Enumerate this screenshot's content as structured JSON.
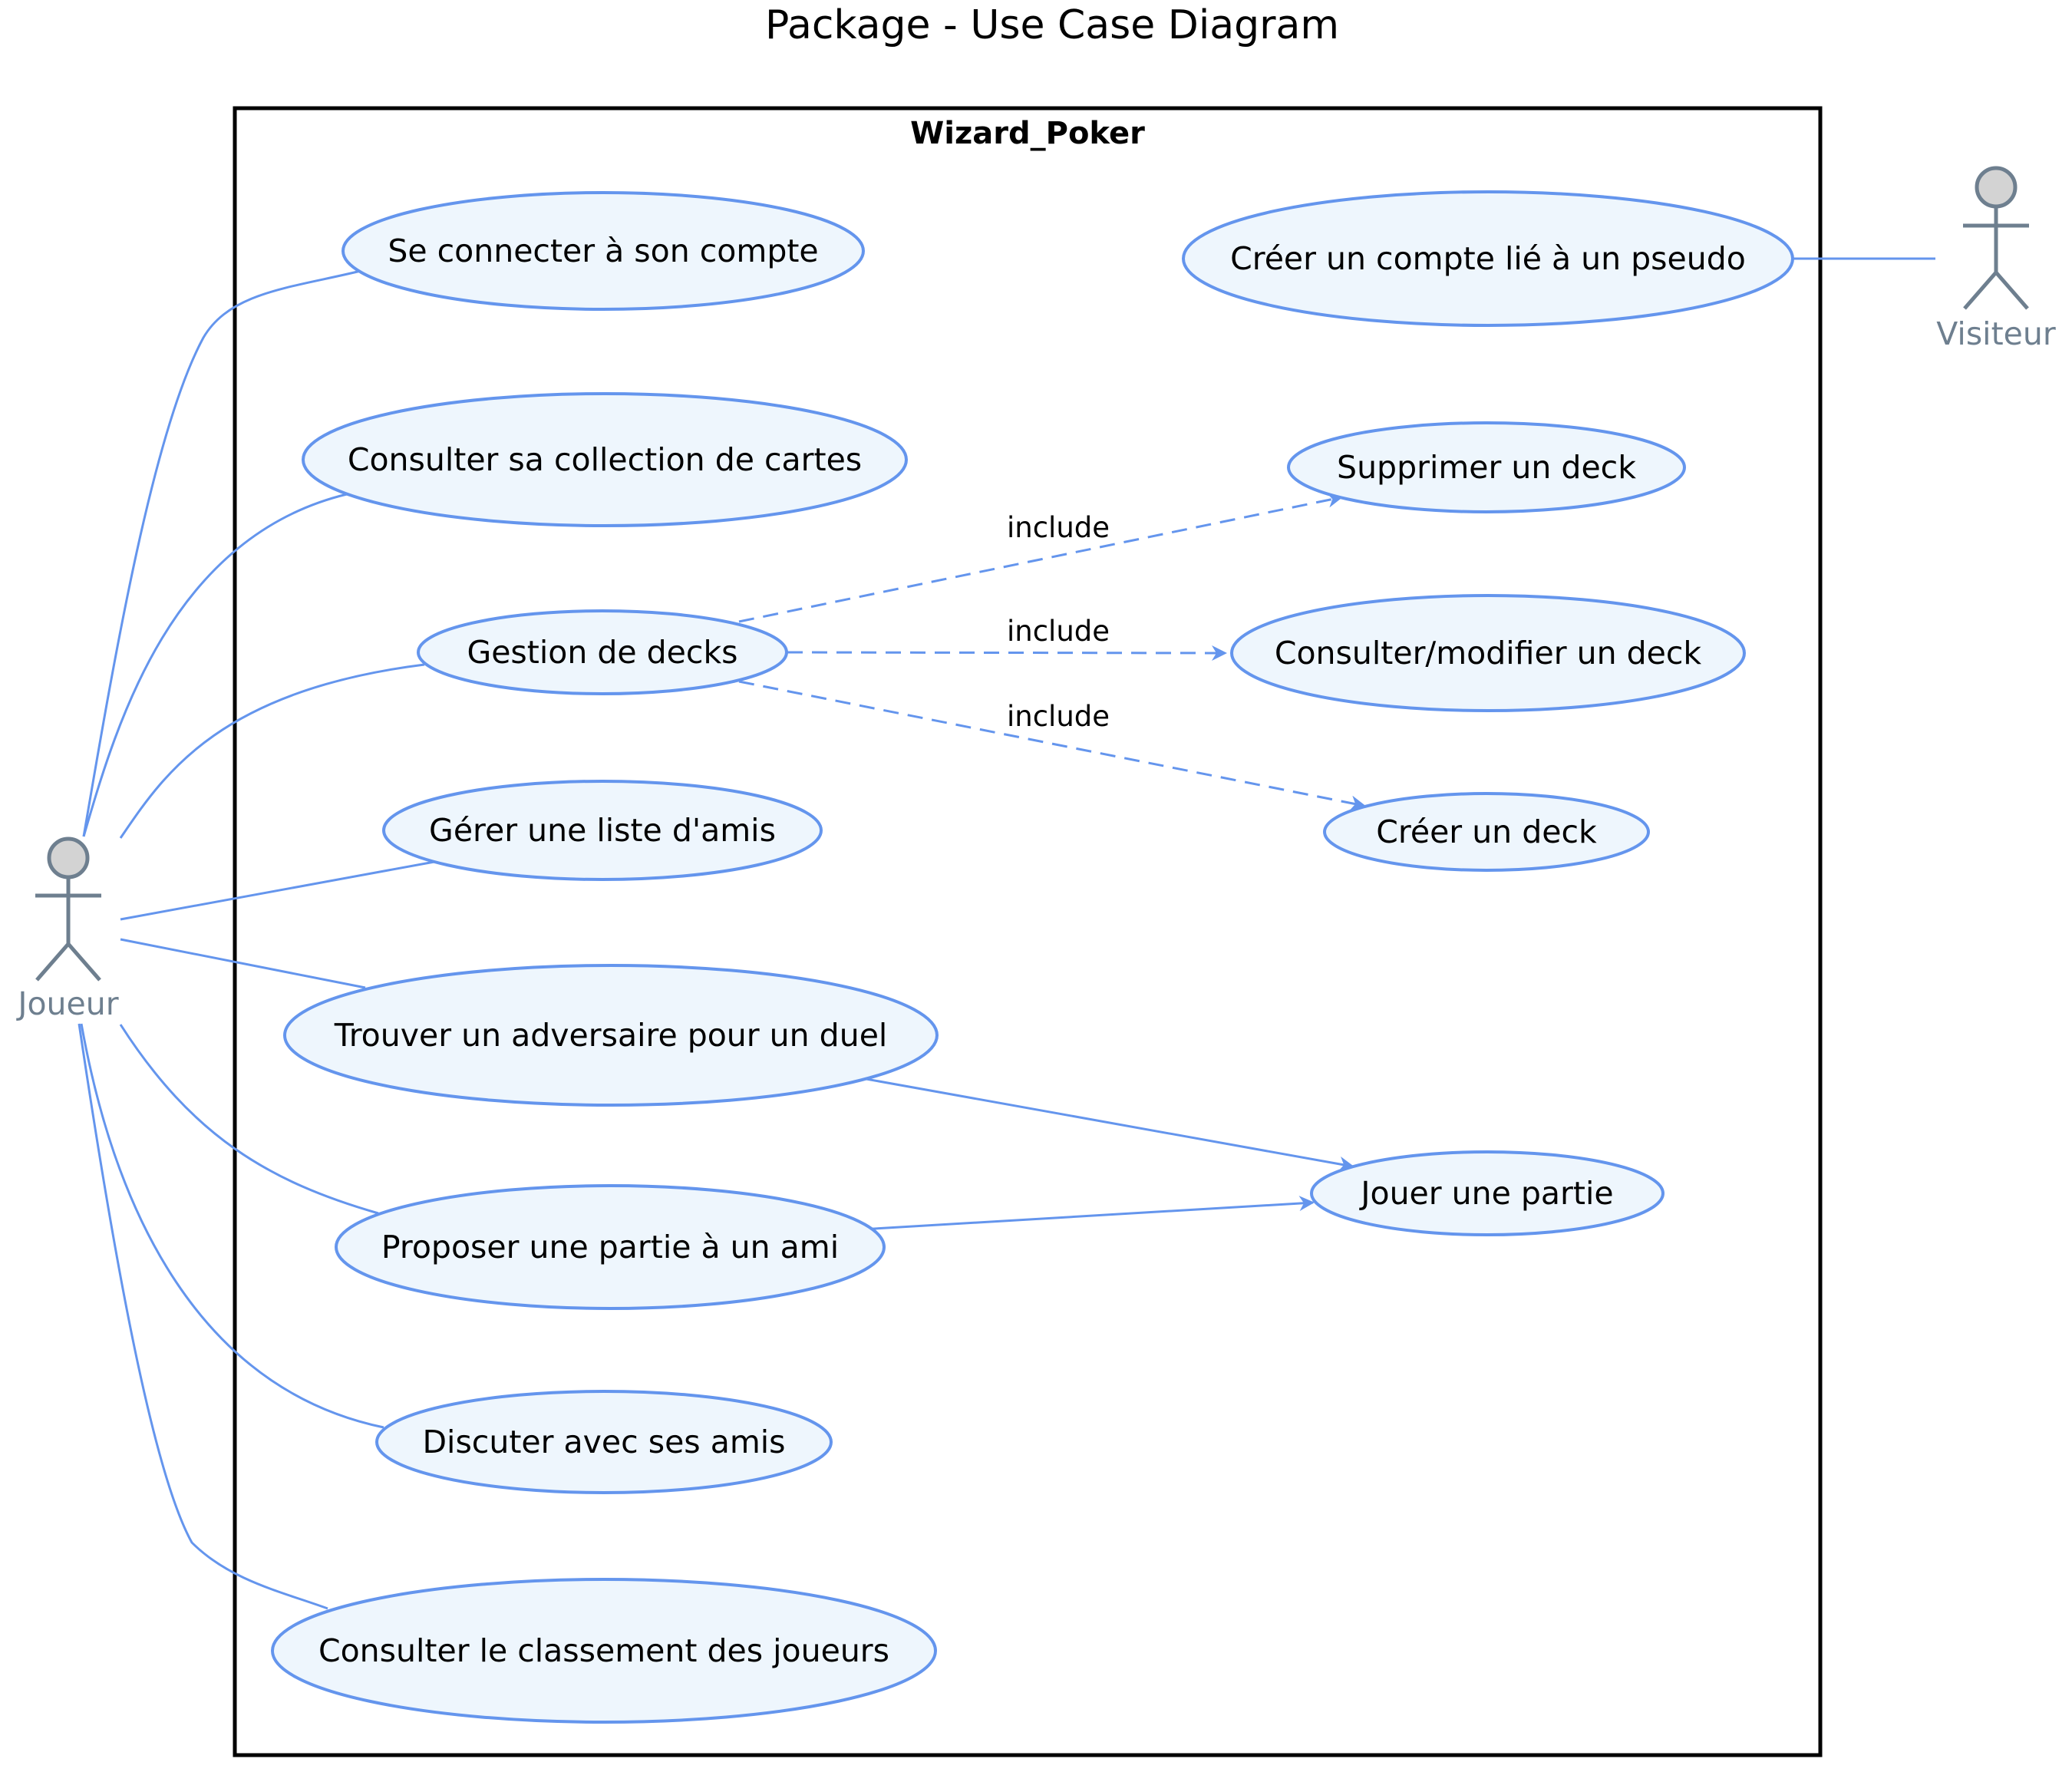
{
  "title": "Package - Use Case Diagram",
  "package": {
    "name": "Wizard_Poker"
  },
  "colors": {
    "usecase_fill": "#eef6fd",
    "usecase_stroke": "#6495ed",
    "edge": "#6495ed",
    "actor_fill": "#d3d3d3",
    "actor_stroke": "#6e7f8f",
    "package_border": "#000000"
  },
  "actors": [
    {
      "id": "joueur",
      "name": "Joueur"
    },
    {
      "id": "visiteur",
      "name": "Visiteur"
    }
  ],
  "use_cases": [
    {
      "id": "connecter",
      "label": "Se connecter à son compte"
    },
    {
      "id": "collection",
      "label": "Consulter sa collection de cartes"
    },
    {
      "id": "decks",
      "label": "Gestion de decks"
    },
    {
      "id": "amis",
      "label": "Gérer une liste d'amis"
    },
    {
      "id": "adversaire",
      "label": "Trouver un adversaire pour un duel"
    },
    {
      "id": "proposer",
      "label": "Proposer une partie à un ami"
    },
    {
      "id": "discuter",
      "label": "Discuter avec ses amis"
    },
    {
      "id": "classement",
      "label": "Consulter le classement des joueurs"
    },
    {
      "id": "creer_compte",
      "label": "Créer un compte lié à un pseudo"
    },
    {
      "id": "supprimer",
      "label": "Supprimer un deck"
    },
    {
      "id": "modifier",
      "label": "Consulter/modifier un deck"
    },
    {
      "id": "creer_deck",
      "label": "Créer un deck"
    },
    {
      "id": "jouer",
      "label": "Jouer une partie"
    }
  ],
  "relations": [
    {
      "from": "joueur",
      "to": "connecter",
      "type": "association"
    },
    {
      "from": "joueur",
      "to": "collection",
      "type": "association"
    },
    {
      "from": "joueur",
      "to": "decks",
      "type": "association"
    },
    {
      "from": "joueur",
      "to": "amis",
      "type": "association"
    },
    {
      "from": "joueur",
      "to": "adversaire",
      "type": "association"
    },
    {
      "from": "joueur",
      "to": "proposer",
      "type": "association"
    },
    {
      "from": "joueur",
      "to": "discuter",
      "type": "association"
    },
    {
      "from": "joueur",
      "to": "classement",
      "type": "association"
    },
    {
      "from": "visiteur",
      "to": "creer_compte",
      "type": "association"
    },
    {
      "from": "decks",
      "to": "supprimer",
      "type": "include",
      "label": "include"
    },
    {
      "from": "decks",
      "to": "modifier",
      "type": "include",
      "label": "include"
    },
    {
      "from": "decks",
      "to": "creer_deck",
      "type": "include",
      "label": "include"
    },
    {
      "from": "adversaire",
      "to": "jouer",
      "type": "directed"
    },
    {
      "from": "proposer",
      "to": "jouer",
      "type": "directed"
    }
  ]
}
